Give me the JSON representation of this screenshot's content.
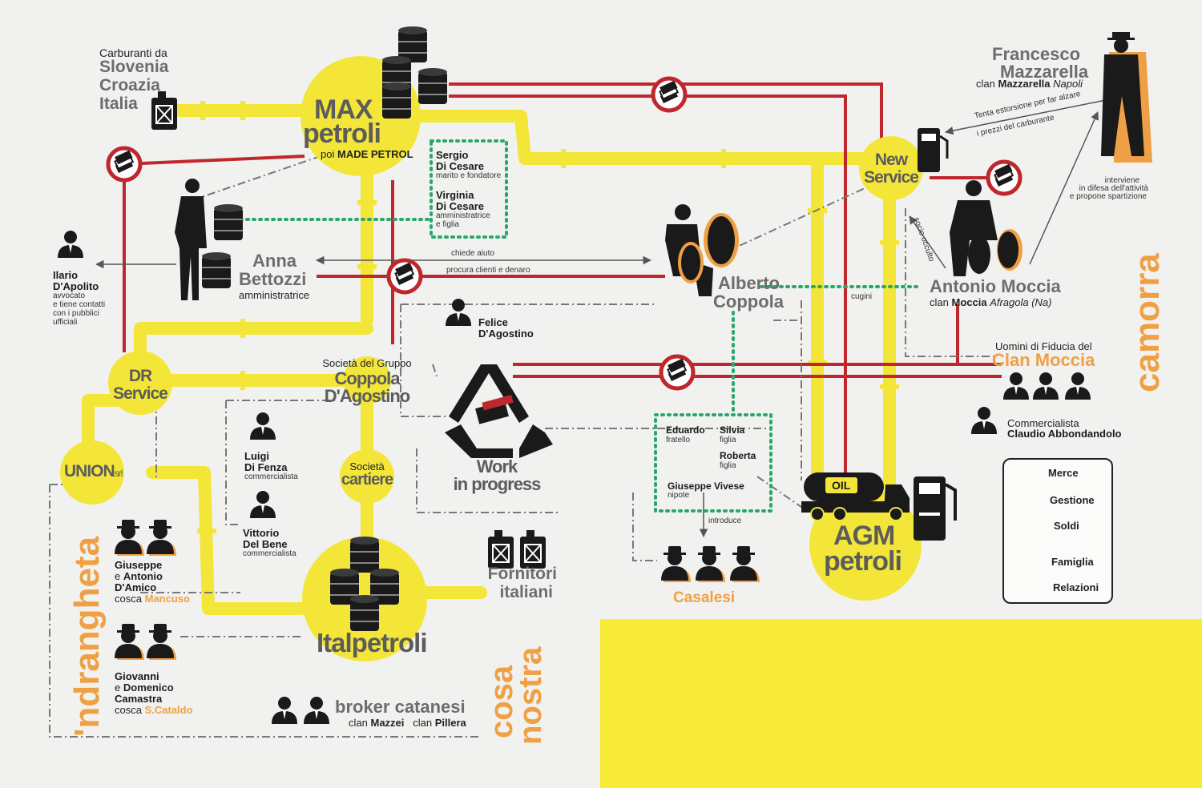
{
  "colors": {
    "pipe": "#f3e638",
    "money": "#c0272d",
    "family": "#2aa86a",
    "management": "#777777",
    "camorra": "#f0a044",
    "text_dark": "#1a1a1a",
    "text_gray": "#6d6d6d"
  },
  "hubs": {
    "max_title": "MAX",
    "max_sub": "petroli",
    "max_note_prefix": "poi",
    "max_note": "MADE PETROL",
    "agm_title": "AGM",
    "agm_sub": "petroli",
    "italpetroli": "Italpetroli",
    "new_service_1": "New",
    "new_service_2": "Service",
    "dr_1": "DR",
    "dr_2": "Service",
    "union": "UNION",
    "union_suffix": "srl",
    "coppola_pre": "Società del Gruppo",
    "coppola_1": "Coppola",
    "coppola_2": "D'Agostino",
    "cartiere_pre": "Società",
    "cartiere": "cartiere",
    "work_1": "Work",
    "work_2": "in progress"
  },
  "sources": {
    "carburanti": "Carburanti da",
    "slovenia": "Slovenia",
    "croazia": "Croazia",
    "italia": "Italia",
    "fornitori_1": "Fornitori",
    "fornitori_2": "italiani"
  },
  "people": {
    "sergio_1": "Sergio",
    "sergio_2": "Di Cesare",
    "sergio_role": "marito e fondatore",
    "virginia_1": "Virginia",
    "virginia_2": "Di Cesare",
    "virginia_role_1": "amministratrice",
    "virginia_role_2": "e figlia",
    "anna_1": "Anna",
    "anna_2": "Bettozzi",
    "anna_role": "amministratrice",
    "ilario_1": "Ilario",
    "ilario_2": "D'Apolito",
    "ilario_role_1": "avvocato",
    "ilario_role_2": "e tiene contatti",
    "ilario_role_3": "con i pubblici",
    "ilario_role_4": "ufficiali",
    "felice_1": "Felice",
    "felice_2": "D'Agostino",
    "luigi_1": "Luigi",
    "luigi_2": "Di Fenza",
    "luigi_role": "commercialista",
    "vittorio_1": "Vittorio",
    "vittorio_2": "Del Bene",
    "vittorio_role": "commercialista",
    "alberto_1": "Alberto",
    "alberto_2": "Coppola",
    "francesco_1": "Francesco",
    "francesco_2": "Mazzarella",
    "francesco_clan_pre": "clan",
    "francesco_clan": "Mazzarella",
    "francesco_city": "Napoli",
    "antonio_name": "Antonio Moccia",
    "antonio_clan_pre": "clan",
    "antonio_clan": "Moccia",
    "antonio_city": "Afragola (Na)",
    "eduardo": "Eduardo",
    "eduardo_role": "fratello",
    "silvia": "Silvia",
    "silvia_role": "figlia",
    "roberta": "Roberta",
    "roberta_role": "figlia",
    "giuseppe": "Giuseppe Vivese",
    "giuseppe_role": "nipote",
    "uomini": "Uomini di Fiducia del",
    "clan_moccia": "Clan Moccia",
    "commercialista": "Commercialista",
    "claudio": "Claudio Abbondandolo",
    "casalesi": "Casalesi",
    "damico_1": "Giuseppe",
    "damico_2": "e",
    "damico_3": "Antonio",
    "damico_4": "D'Amico",
    "damico_5": "cosca",
    "damico_cosca": "Mancuso",
    "camastra_1": "Giovanni",
    "camastra_2": "e",
    "camastra_3": "Domenico",
    "camastra_4": "Camastra",
    "camastra_5": "cosca",
    "camastra_cosca": "S.Cataldo",
    "broker": "broker catanesi",
    "broker_clan1_pre": "clan",
    "broker_clan1": "Mazzei",
    "broker_clan2_pre": "clan",
    "broker_clan2": "Pillera"
  },
  "relations": {
    "chiede": "chiede aiuto",
    "procura": "procura clienti e denaro",
    "tenta_1": "Tenta estorsione per far alzare",
    "tenta_2": "i prezzi del carburante",
    "interviene_1": "interviene",
    "interviene_2": "in difesa dell'attività",
    "interviene_3": "e propone spartizione",
    "socio": "socio occulto",
    "cugini": "cugini",
    "introduce": "introduce"
  },
  "groups": {
    "camorra": "camorra",
    "ndrangheta": "'ndrangheta",
    "cosa_nostra_1": "cosa",
    "cosa_nostra_2": "nostra"
  },
  "icons": {
    "oil_label": "OIL"
  },
  "legend": {
    "merce": "Merce",
    "gestione": "Gestione",
    "soldi": "Soldi",
    "famiglia": "Famiglia",
    "relazioni": "Relazioni"
  }
}
